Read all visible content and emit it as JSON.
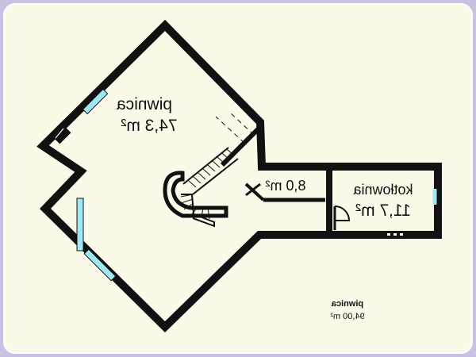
{
  "plan": {
    "rooms": [
      {
        "name": "piwnica",
        "area": "74,3 m²"
      },
      {
        "name": "",
        "area": "8,0 m²"
      },
      {
        "name": "kotłownia",
        "area": "11,7 m²"
      }
    ],
    "summary": {
      "title": "piwnica",
      "area": "94,00 m²"
    },
    "colors": {
      "background": "#fbf9e8",
      "frame": "#c9c0e2",
      "wall": "#111111",
      "window": "#9fe7f2"
    }
  }
}
